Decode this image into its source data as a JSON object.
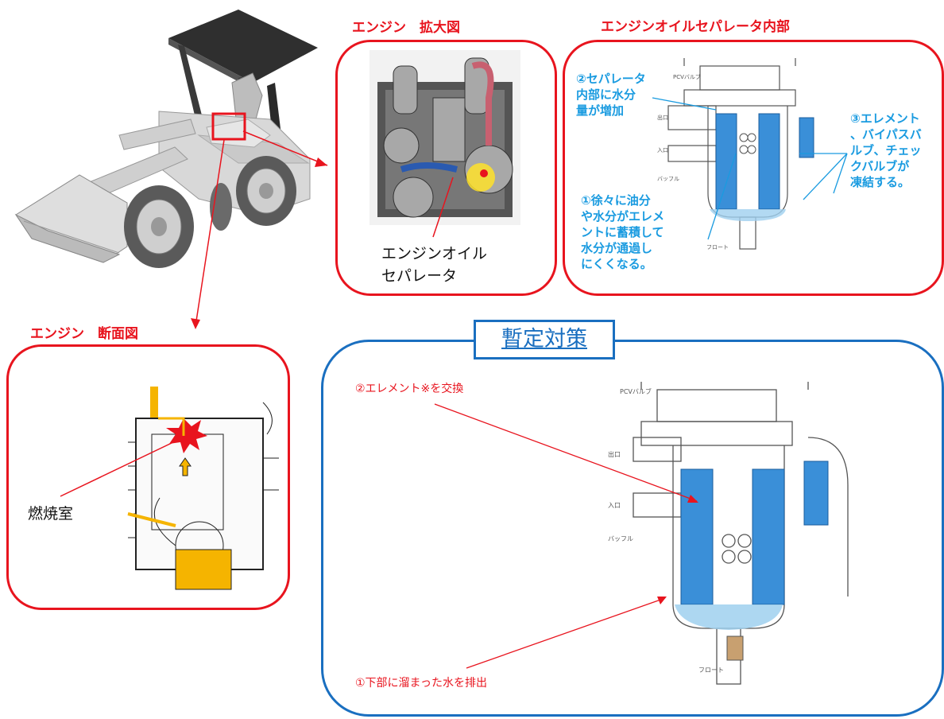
{
  "titles": {
    "engine_zoom": "エンジン　拡大図",
    "separator_inside": "エンジンオイルセパレータ内部",
    "engine_section": "エンジン　断面図",
    "interim": "暫定対策"
  },
  "zoom_panel": {
    "label": "エンジンオイル\nセパレータ"
  },
  "separator_panel": {
    "note_2": "②セパレータ\n内部に水分\n量が増加",
    "note_3": "③エレメント\n、バイパスバ\nルブ、チェッ\nクバルブが\n凍結する。",
    "note_1": "①徐々に油分\nや水分がエレメ\nントに蓄積して\n水分が通過し\nにくくなる。",
    "drawing_labels": {
      "pcv": "PCVバルブ",
      "outlet": "出口",
      "inlet": "入口",
      "baffle": "バッフル",
      "float": "フロート"
    }
  },
  "section_panel": {
    "combustion_label": "燃焼室"
  },
  "interim_panel": {
    "step_2": "②エレメント※を交換",
    "step_1": "①下部に溜まった水を排出",
    "drawing_labels": {
      "pcv": "PCVバルブ",
      "outlet": "出口",
      "inlet": "入口",
      "baffle": "バッフル",
      "float": "フロート"
    }
  },
  "colors": {
    "accent_red": "#e8141e",
    "accent_blue": "#1a6fc0",
    "note_blue": "#1a9be0",
    "element_blue": "#3a8fd8",
    "oil_yellow": "#f5b400"
  }
}
